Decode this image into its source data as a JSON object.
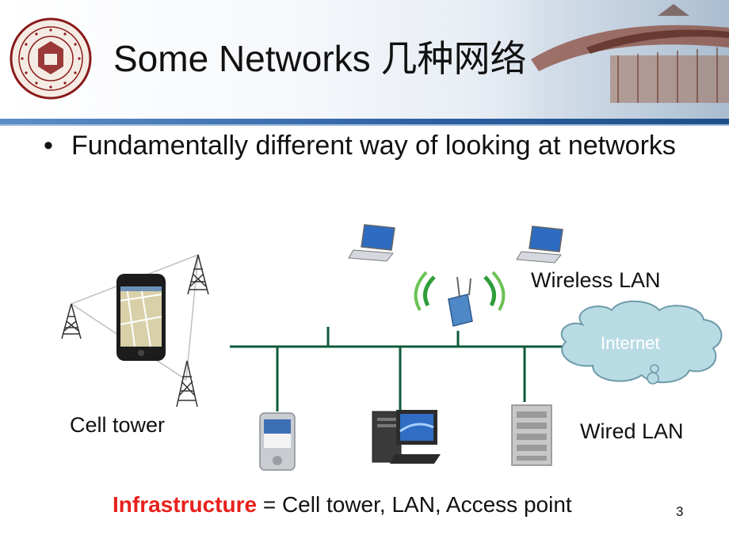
{
  "slide": {
    "title_en": "Some Networks",
    "title_cn": "几种网络",
    "bullet_marker": "•",
    "bullet_text": "Fundamentally different way of looking at networks",
    "labels": {
      "wireless_lan": "Wireless LAN",
      "cell_tower": "Cell tower",
      "wired_lan": "Wired LAN",
      "internet": "Internet"
    },
    "footer": {
      "highlight": "Infrastructure",
      "rest": " = Cell tower, LAN, Access point"
    },
    "page_number": "3"
  },
  "colors": {
    "highlight_red": "#e8201b",
    "header_blue": "#2c5f9e",
    "cloud_fill": "#b9dbe4",
    "bus_line": "#0f5a3a"
  },
  "icons": [
    "university-seal-icon",
    "laptop-icon",
    "wifi-router-icon",
    "cell-tower-icon",
    "smartphone-icon",
    "pda-icon",
    "desktop-computer-icon",
    "server-rack-icon",
    "cloud-icon"
  ]
}
